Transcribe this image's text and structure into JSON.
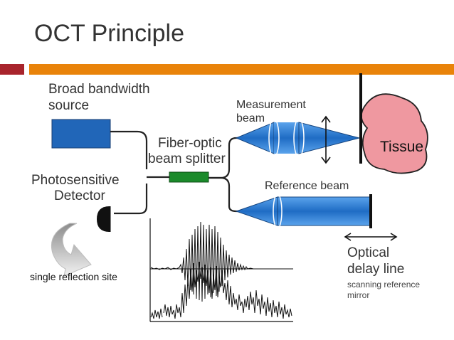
{
  "slide": {
    "title": "OCT Principle",
    "accent_colors": {
      "left_bar": "#a8242c",
      "right_bar": "#e9830a"
    }
  },
  "labels": {
    "source_line1": "Broad bandwidth",
    "source_line2": "source",
    "splitter_line1": "Fiber-optic",
    "splitter_line2": "beam splitter",
    "detector_line1": "Photosensitive",
    "detector_line2": "Detector",
    "measurement_line1": "Measurement",
    "measurement_line2": "beam",
    "tissue": "Tissue",
    "reference_beam": "Reference beam",
    "delay_line1": "Optical",
    "delay_line2": "delay line",
    "mirror_line1": "scanning reference",
    "mirror_line2": "mirror",
    "reflection_site": "single reflection site"
  },
  "colors": {
    "source_box": "#2166b8",
    "beam": "#2f7fd6",
    "splitter": "#1a8a2a",
    "tissue": "#ef98a0",
    "fiber": "#222222"
  },
  "icons": [
    "curved-arrow-icon",
    "detector-icon",
    "double-arrow-icon"
  ]
}
